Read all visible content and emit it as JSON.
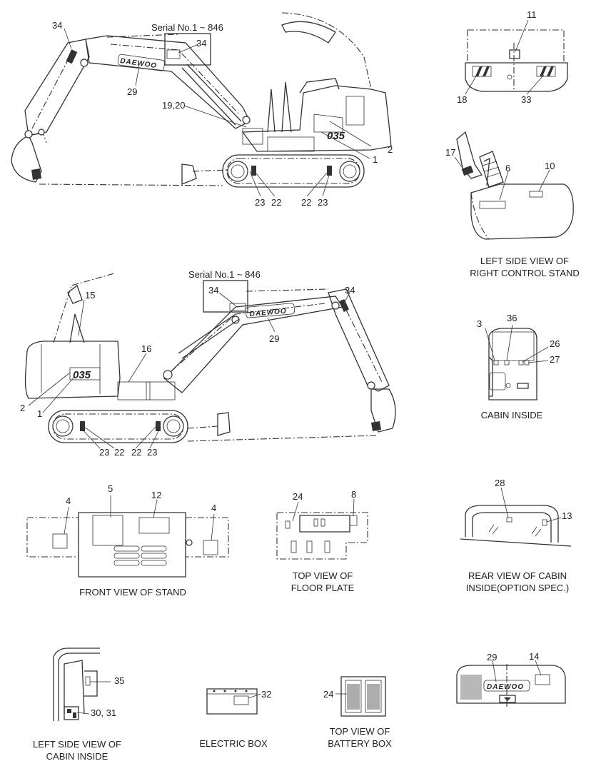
{
  "serial_top": "Serial No.1 ~ 846",
  "serial_mid": "Serial No.1 ~ 846",
  "brand": "DAEWOO",
  "model": "035",
  "captions": {
    "left_side_right_stand": [
      "LEFT  SIDE VIEW OF",
      "RIGHT CONTROL STAND"
    ],
    "cabin_inside": "CABIN  INSIDE",
    "front_view_stand": "FRONT VIEW OF STAND",
    "top_view_floor": [
      "TOP VIEW OF",
      "FLOOR PLATE"
    ],
    "rear_view_cabin": [
      "REAR VIEW OF CABIN",
      "INSIDE(OPTION SPEC.)"
    ],
    "left_side_cabin": [
      "LEFT SIDE VIEW OF",
      "CABIN INSIDE"
    ],
    "electric_box": "ELECTRIC BOX",
    "top_view_battery": [
      "TOP VIEW OF",
      "BATTERY BOX"
    ]
  },
  "callouts": {
    "top_view": {
      "c34a": "34",
      "c34b": "34",
      "c29": "29",
      "c1920": "19,20",
      "c2": "2",
      "c1": "1",
      "c23a": "23",
      "c22a": "22",
      "c22b": "22",
      "c23b": "23"
    },
    "rear_panel": {
      "c11": "11",
      "c18": "18",
      "c33": "33"
    },
    "control_stand": {
      "c17": "17",
      "c6": "6",
      "c10": "10"
    },
    "mid_view": {
      "c34a": "34",
      "c34b": "34",
      "c15": "15",
      "c16": "16",
      "c29": "29",
      "c2": "2",
      "c1": "1",
      "c23a": "23",
      "c22a": "22",
      "c22b": "22",
      "c23b": "23"
    },
    "cabin": {
      "c3": "3",
      "c36": "36",
      "c26": "26",
      "c27": "27"
    },
    "stand_front": {
      "c4a": "4",
      "c5": "5",
      "c12": "12",
      "c4b": "4"
    },
    "floor": {
      "c24": "24",
      "c8": "8"
    },
    "rear_cabin": {
      "c28": "28",
      "c13": "13"
    },
    "cabin_side": {
      "c35": "35",
      "c3031": "30, 31"
    },
    "electric": {
      "c32": "32"
    },
    "battery": {
      "c24": "24"
    },
    "hood": {
      "c29": "29",
      "c14": "14"
    }
  }
}
